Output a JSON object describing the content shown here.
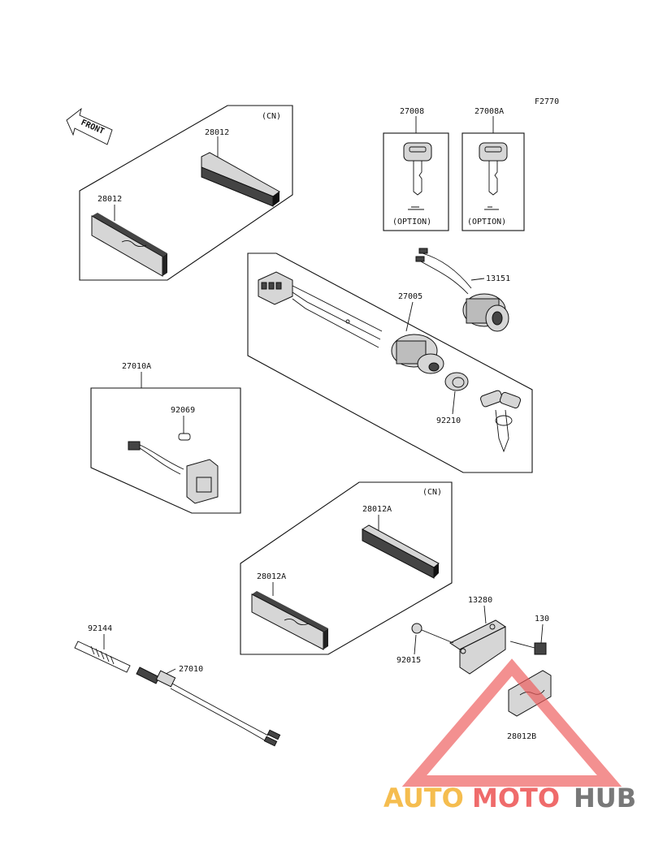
{
  "figure_code": "F2770",
  "front_label": "FRONT",
  "cn_label_1": "(CN)",
  "cn_label_2": "(CN)",
  "option_label_1": "(OPTION)",
  "option_label_2": "(OPTION)",
  "parts": {
    "p28012_top": "28012",
    "p28012_bottom": "28012",
    "p27008": "27008",
    "p27008A": "27008A",
    "p13151": "13151",
    "p27005": "27005",
    "p27010A": "27010A",
    "p92069": "92069",
    "p92210": "92210",
    "p28012A_top": "28012A",
    "p28012A_bottom": "28012A",
    "p13280": "13280",
    "p130": "130",
    "p92144": "92144",
    "p92015": "92015",
    "p27010": "27010",
    "p28012B": "28012B"
  },
  "watermark": {
    "auto": "AUTO",
    "moto": "MOTO",
    "hub": "HUB",
    "colors": {
      "auto": "#f5b63c",
      "moto": "#ee5b5b",
      "hub": "#6a6a6a",
      "triangle": "#ee5b5b"
    }
  }
}
